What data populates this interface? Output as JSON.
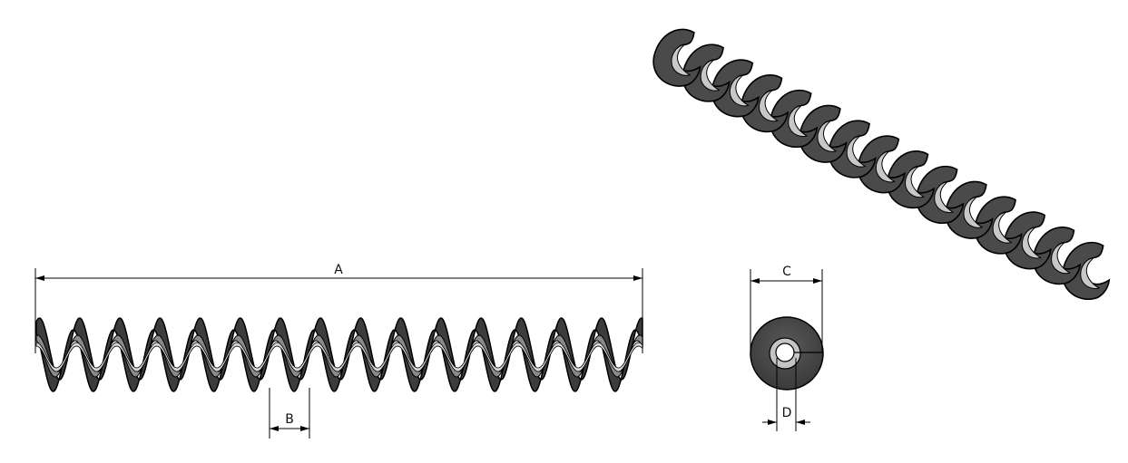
{
  "dimensions": {
    "overall_length": "A",
    "pitch": "B",
    "outer_diameter": "C",
    "inner_diameter": "D"
  },
  "spiral": {
    "turns": 15,
    "colors": {
      "flight": "#4a4a4a",
      "inner": "#c8c8c8",
      "outline": "#000000"
    }
  }
}
